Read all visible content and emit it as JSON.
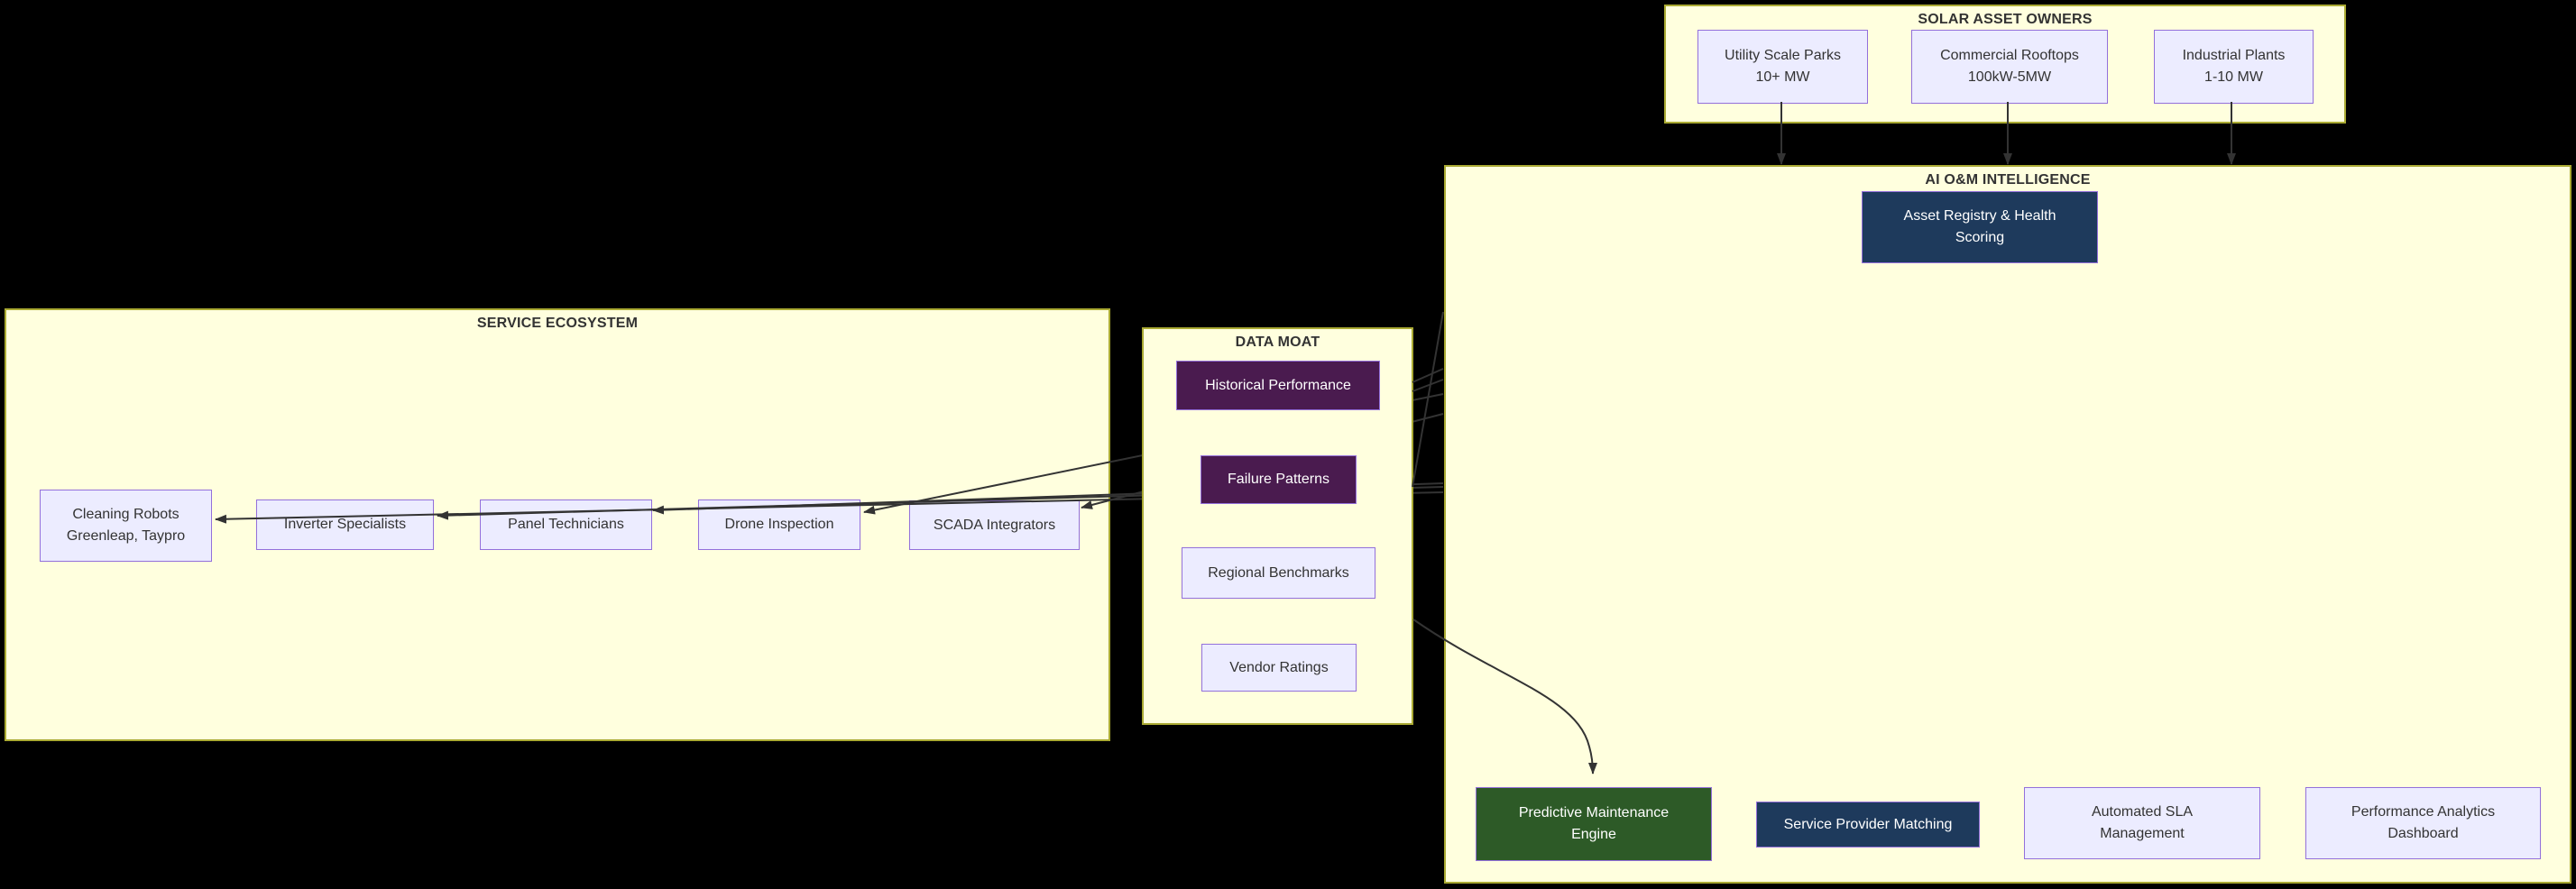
{
  "colors": {
    "page_bg": "#000000",
    "cluster_fill": "#ffffde",
    "cluster_border": "#aaaa33",
    "node_fill": "#ececff",
    "node_border": "#9370db",
    "dark_purple": "#4a1b4f",
    "navy": "#1e3a5c",
    "green": "#2d5a27",
    "edge": "#333333",
    "text_dark": "#333333",
    "text_light": "#ffffff"
  },
  "containers": {
    "sao": {
      "title": "SOLAR ASSET OWNERS"
    },
    "ai": {
      "title": "AI O&M INTELLIGENCE"
    },
    "se": {
      "title": "SERVICE ECOSYSTEM"
    },
    "dm": {
      "title": "DATA MOAT"
    }
  },
  "nodes": {
    "utility": {
      "label": "Utility Scale Parks\n10+ MW"
    },
    "commercial": {
      "label": "Commercial Rooftops\n100kW-5MW"
    },
    "industrial": {
      "label": "Industrial Plants\n1-10 MW"
    },
    "asset_registry": {
      "label": "Asset Registry & Health\nScoring"
    },
    "cleaning": {
      "label": "Cleaning Robots\nGreenleap, Taypro"
    },
    "inverter": {
      "label": "Inverter Specialists"
    },
    "panel": {
      "label": "Panel Technicians"
    },
    "drone": {
      "label": "Drone Inspection"
    },
    "scada": {
      "label": "SCADA Integrators"
    },
    "historical": {
      "label": "Historical Performance"
    },
    "failure": {
      "label": "Failure Patterns"
    },
    "regional": {
      "label": "Regional Benchmarks"
    },
    "vendor": {
      "label": "Vendor Ratings"
    },
    "pme": {
      "label": "Predictive Maintenance\nEngine"
    },
    "spm": {
      "label": "Service Provider Matching"
    },
    "sla": {
      "label": "Automated SLA\nManagement"
    },
    "pad": {
      "label": "Performance Analytics\nDashboard"
    }
  }
}
